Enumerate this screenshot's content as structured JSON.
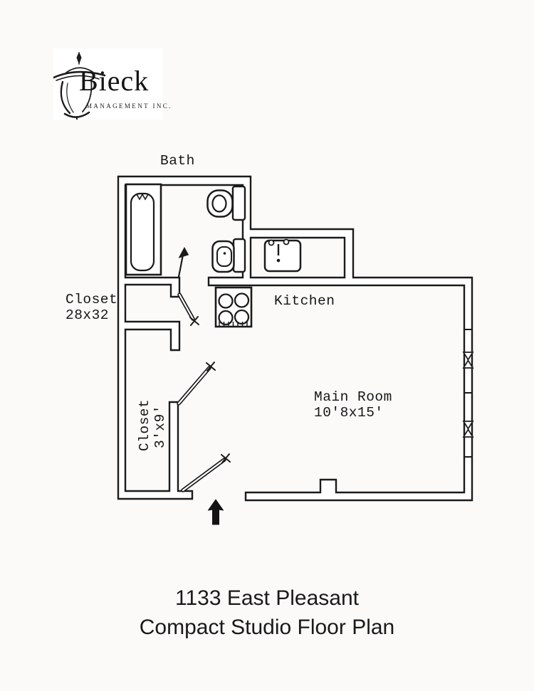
{
  "page": {
    "background": "#fbfaf9",
    "ink": "#1a1a1a"
  },
  "logo": {
    "name": "Bieck",
    "subtitle": "MANAGEMENT INC."
  },
  "plan": {
    "labels": {
      "bath": "Bath",
      "closet_small_line1": "Closet",
      "closet_small_line2": "28x32",
      "kitchen": "Kitchen",
      "main_room_line1": "Main Room",
      "main_room_line2": "10'8x15'",
      "closet_tall_line1": "Closet",
      "closet_tall_line2": "3'x9'"
    }
  },
  "footer": {
    "line1": "1133 East Pleasant",
    "line2": "Compact Studio Floor Plan"
  }
}
